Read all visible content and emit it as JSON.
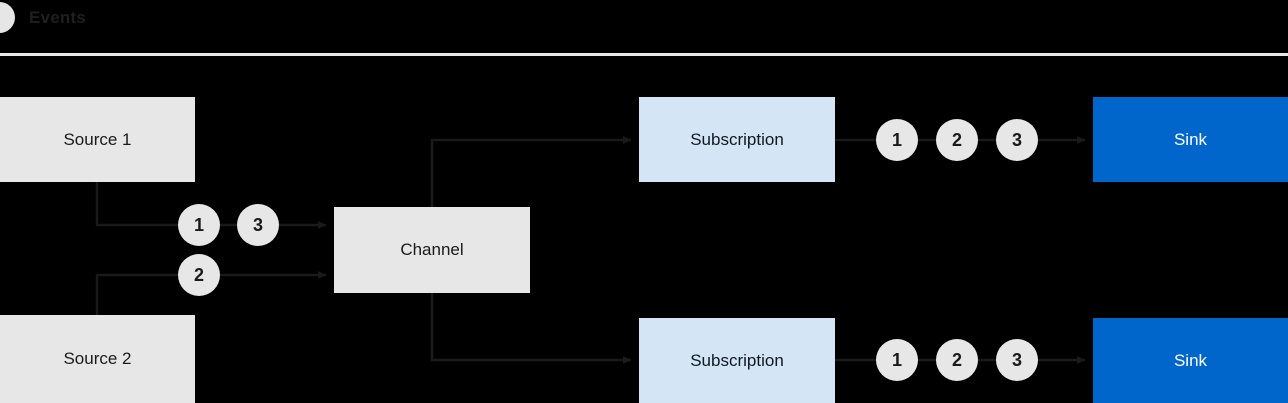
{
  "legend": {
    "icon": "event-circle-icon",
    "label": "Events"
  },
  "colors": {
    "background": "#000000",
    "source_box": "#E7E7E7",
    "channel_box": "#E7E7E7",
    "subscription_box": "#D4E5F6",
    "sink_box": "#0066CC",
    "sink_text": "#FFFFFF",
    "token_fill": "#E7E7E7",
    "wire": "#1a1a1a",
    "divider": "#E8E8E8"
  },
  "nodes": {
    "source1": "Source 1",
    "source2": "Source 2",
    "channel": "Channel",
    "subscription_top": "Subscription",
    "subscription_bottom": "Subscription",
    "sink_top": "Sink",
    "sink_bottom": "Sink"
  },
  "tokens": {
    "source1_path": [
      "1",
      "3"
    ],
    "source2_path": [
      "2"
    ],
    "subscription_top_out": [
      "1",
      "2",
      "3"
    ],
    "subscription_bottom_out": [
      "1",
      "2",
      "3"
    ]
  }
}
